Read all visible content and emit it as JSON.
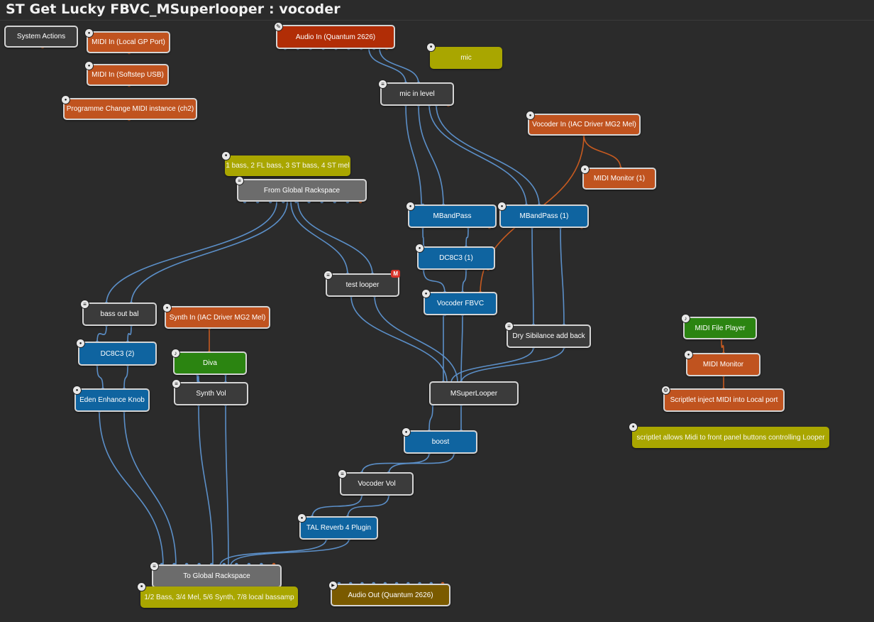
{
  "title": "ST Get Lucky FBVC_MSuperlooper : vocoder",
  "colors": {
    "background": "#2b2b2b",
    "wire_audio": "#5b8fc8",
    "wire_midi": "#c65a20",
    "port_audio": "#5b8fc8",
    "port_midi": "#c65a20"
  },
  "nodes": {
    "system_actions": {
      "label": "System Actions",
      "icon": "none"
    },
    "midi_in_local": {
      "label": "MIDI In (Local GP Port)",
      "icon": "plug-icon"
    },
    "midi_in_softstep": {
      "label": "MIDI In (Softstep USB)",
      "icon": "plug-icon"
    },
    "programme_change": {
      "label": "Programme Change  MIDI instance (ch2)",
      "icon": "plug-icon"
    },
    "audio_in": {
      "label": "Audio In (Quantum 2626)",
      "icon": "pencil-icon"
    },
    "mic_comment": {
      "label": "mic",
      "icon": "doc-icon"
    },
    "mic_in_level": {
      "label": "mic in level",
      "icon": "slider-icon"
    },
    "vocoder_in": {
      "label": "Vocoder In (IAC Driver MG2 Mel)",
      "icon": "plug-icon"
    },
    "midi_monitor_1": {
      "label": "MIDI Monitor (1)",
      "icon": "plug-icon"
    },
    "bass_comment": {
      "label": "1 bass, 2 FL bass, 3 ST bass, 4 ST mel",
      "icon": "doc-icon"
    },
    "from_global": {
      "label": "From Global Rackspace",
      "icon": "slider-icon"
    },
    "mbandpass": {
      "label": "MBandPass",
      "icon": "plug-icon"
    },
    "mbandpass_1": {
      "label": "MBandPass (1)",
      "icon": "plug-icon"
    },
    "dc8c3_1": {
      "label": "DC8C3 (1)",
      "icon": "plug-icon"
    },
    "test_looper": {
      "label": "test looper",
      "icon": "slider-icon",
      "badge": "M"
    },
    "vocoder_fbvc": {
      "label": "Vocoder FBVC",
      "icon": "plug-icon"
    },
    "bass_out_bal": {
      "label": "bass out bal",
      "icon": "slider-icon"
    },
    "synth_in": {
      "label": "Synth In (IAC Driver MG2 Mel)",
      "icon": "plug-icon"
    },
    "dry_sibilance": {
      "label": "Dry Sibilance add back",
      "icon": "slider-icon"
    },
    "midi_file_player": {
      "label": "MIDI File Player",
      "icon": "tune-icon"
    },
    "dc8c3_2": {
      "label": "DC8C3 (2)",
      "icon": "plug-icon"
    },
    "diva": {
      "label": "Diva",
      "icon": "tune-icon"
    },
    "midi_monitor": {
      "label": "MIDI Monitor",
      "icon": "plug-icon"
    },
    "eden_enhance": {
      "label": "Eden Enhance Knob",
      "icon": "plug-icon"
    },
    "synth_vol": {
      "label": "Synth Vol",
      "icon": "slider-icon"
    },
    "msuperlooper": {
      "label": "MSuperLooper",
      "icon": "none"
    },
    "scriptlet_inject": {
      "label": "Scriptlet inject MIDI into Local port",
      "icon": "gear-icon"
    },
    "scriptlet_comment": {
      "label": "scriptlet allows Midi to front panel buttons controlling Looper",
      "icon": "doc-icon"
    },
    "boost": {
      "label": "boost",
      "icon": "plug-icon"
    },
    "vocoder_vol": {
      "label": "Vocoder Vol",
      "icon": "slider-icon"
    },
    "tal_reverb": {
      "label": "TAL Reverb 4 Plugin",
      "icon": "plug-icon"
    },
    "to_global": {
      "label": "To Global Rackspace",
      "icon": "slider-icon"
    },
    "out_comment": {
      "label": "1/2 Bass, 3/4 Mel, 5/6 Synth, 7/8 local bassamp",
      "icon": "doc-icon"
    },
    "audio_out": {
      "label": "Audio Out (Quantum 2626)",
      "icon": "play-icon"
    }
  }
}
